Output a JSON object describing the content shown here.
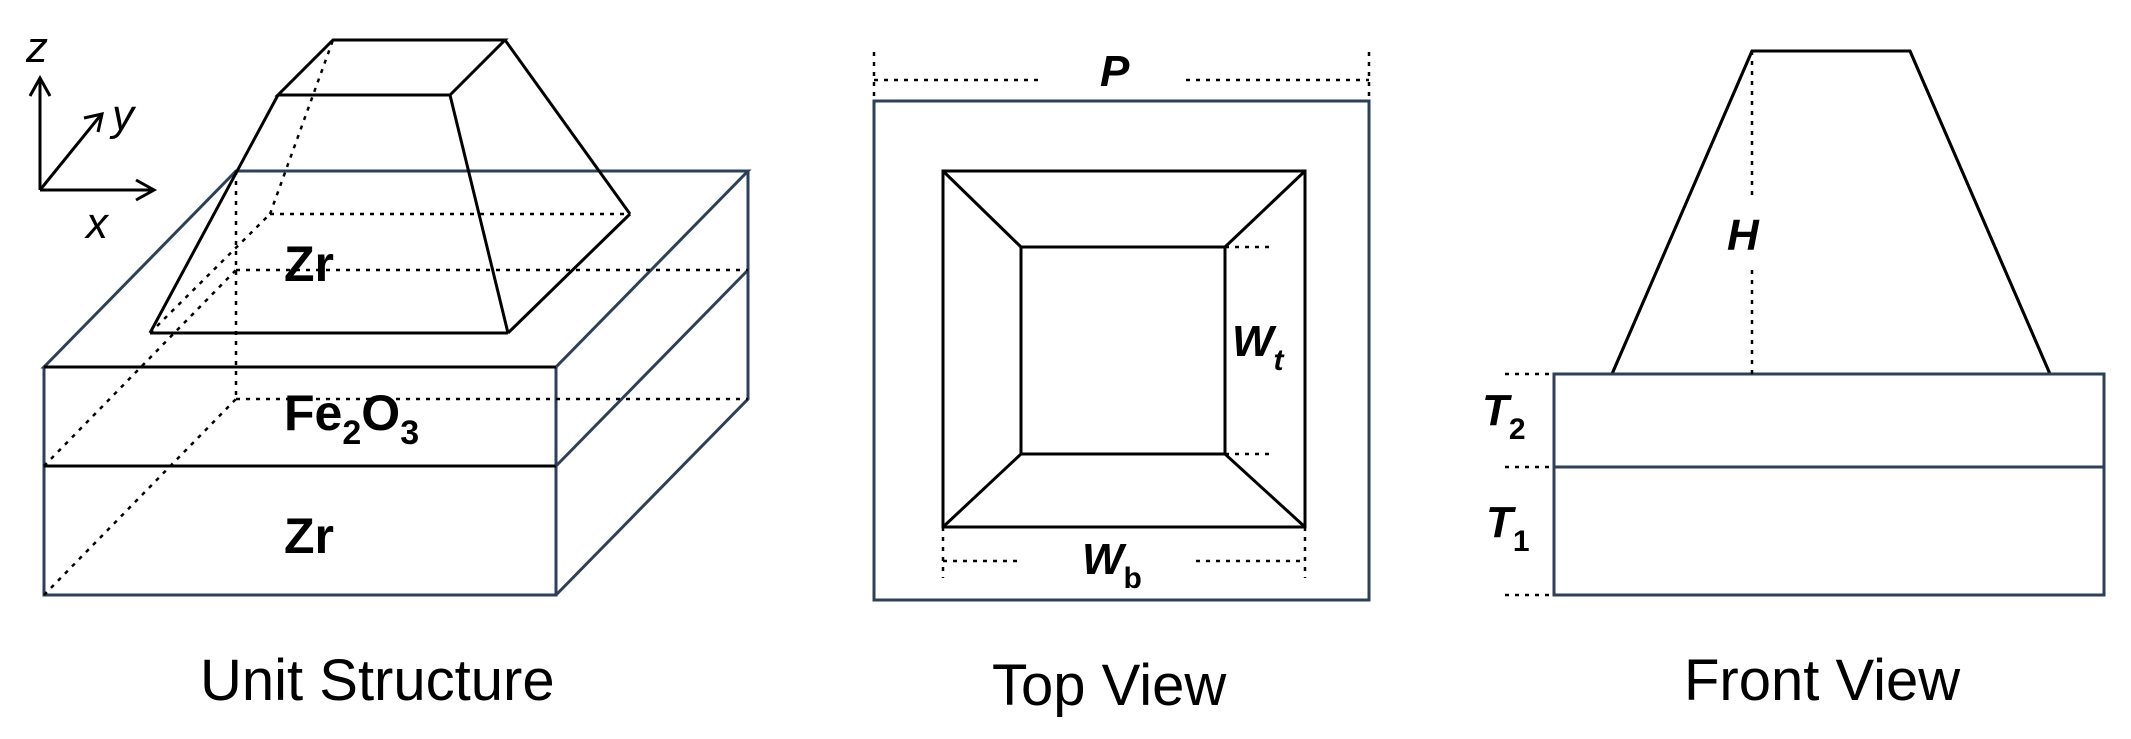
{
  "captions": {
    "unit_structure": "Unit Structure",
    "top_view": "Top View",
    "front_view": "Front View"
  },
  "axes": {
    "x": "x",
    "y": "y",
    "z": "z"
  },
  "materials": {
    "top_pyramid": "Zr",
    "middle_layer_base": "Fe",
    "middle_layer_sub1": "2",
    "middle_layer_mid": "O",
    "middle_layer_sub2": "3",
    "bottom_layer": "Zr"
  },
  "dimensions": {
    "period": "P",
    "top_width_base": "W",
    "top_width_sub": "t",
    "bottom_width_base": "W",
    "bottom_width_sub": "b",
    "height": "H",
    "t2_base": "T",
    "t2_sub": "2",
    "t1_base": "T",
    "t1_sub": "1"
  },
  "colors": {
    "outline_dark": "#000000",
    "outline_blue": "#2e4057",
    "dotted": "#000000"
  }
}
